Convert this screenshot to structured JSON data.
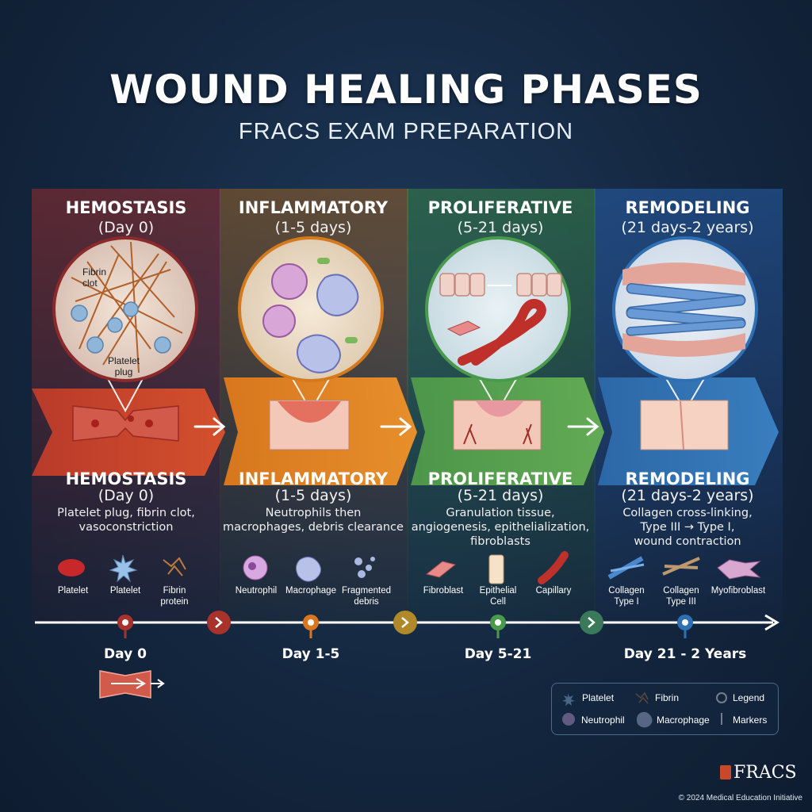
{
  "header": {
    "title": "WOUND HEALING PHASES",
    "subtitle": "FRACS EXAM PREPARATION"
  },
  "phases": [
    {
      "name": "HEMOSTASIS",
      "duration": "(Day 0)",
      "description": [
        "Platelet plug, fibrin clot,",
        "vasoconstriction"
      ],
      "circle_labels": [
        "Fibrin clot",
        "Platelet plug"
      ],
      "cells": [
        {
          "label": "Platelet"
        },
        {
          "label": "Platelet"
        },
        {
          "label": "Fibrin protein"
        }
      ],
      "day": "Day 0",
      "color": "#a8322c"
    },
    {
      "name": "INFLAMMATORY",
      "duration": "(1-5 days)",
      "description": [
        "Neutrophils then",
        "macrophages, debris clearance"
      ],
      "cells": [
        {
          "label": "Neutrophil"
        },
        {
          "label": "Macrophage"
        },
        {
          "label": "Fragmented debris"
        }
      ],
      "day": "Day 1-5",
      "color": "#d9761f"
    },
    {
      "name": "PROLIFERATIVE",
      "duration": "(5-21 days)",
      "description": [
        "Granulation tissue,",
        "angiogenesis, epithelialization,",
        "fibroblasts"
      ],
      "cells": [
        {
          "label": "Fibroblast"
        },
        {
          "label": "Epithelial Cell"
        },
        {
          "label": "Capillary"
        }
      ],
      "day": "Day 5-21",
      "color": "#4a9a4e"
    },
    {
      "name": "REMODELING",
      "duration": "(21 days-2 years)",
      "description": [
        "Collagen cross-linking,",
        "Type III → Type I,",
        "wound contraction"
      ],
      "cells": [
        {
          "label": "Collagen Type I"
        },
        {
          "label": "Collagen Type III"
        },
        {
          "label": "Myofibroblast"
        }
      ],
      "day": "Day 21 - 2 Years",
      "color": "#2f6fb3"
    }
  ],
  "legend": {
    "items": [
      "Platelet",
      "Fibrin",
      "Legend",
      "Neutrophil",
      "Macrophage",
      "Markers"
    ]
  },
  "footer": {
    "logo": "FRACS",
    "copyright": "© 2024 Medical Education Initiative"
  }
}
